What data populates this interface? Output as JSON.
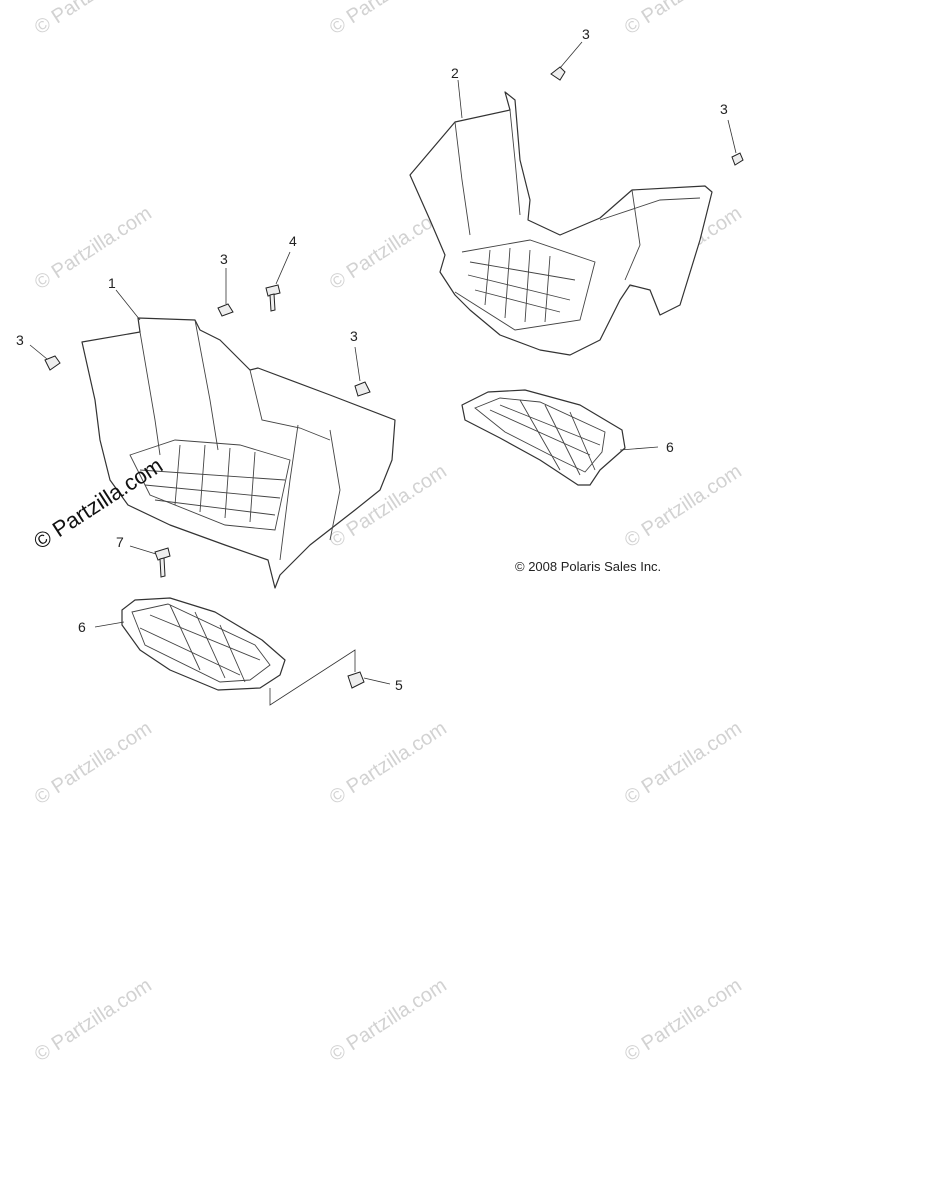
{
  "copyright": "© 2008 Polaris Sales Inc.",
  "watermark": {
    "text": "© Partzilla.com",
    "bold_text": "© Partzilla.com"
  },
  "callouts": {
    "c1": "1",
    "c2": "2",
    "c3a": "3",
    "c3b": "3",
    "c3c": "3",
    "c3d": "3",
    "c3e": "3",
    "c4": "4",
    "c5": "5",
    "c6a": "6",
    "c6b": "6",
    "c7": "7"
  }
}
